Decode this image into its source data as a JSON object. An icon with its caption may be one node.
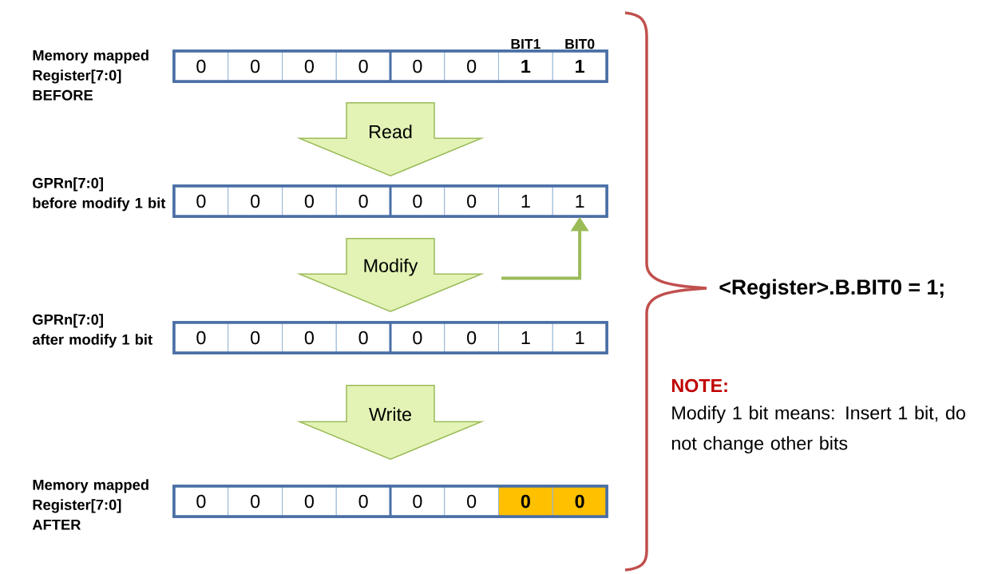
{
  "diagram": {
    "nodes": [
      {
        "text": [
          "Memory mapped Register[7:0]",
          "BEFORE"
        ]
      },
      {
        "text": [
          "0"
        ],
        "in": 0
      },
      {
        "text": [
          "0"
        ],
        "in": 0
      },
      {
        "text": [
          "0"
        ],
        "in": 0
      },
      {
        "text": [
          "0"
        ],
        "in": 0
      },
      {
        "text": [
          "0"
        ],
        "in": 0
      },
      {
        "text": [
          "0"
        ],
        "in": 0
      },
      {
        "text": [
          "1"
        ],
        "in": 0
      },
      {
        "text": [
          "1"
        ],
        "in": 0
      },
      {
        "text": [
          "GPRn[7:0]",
          "before modify 1 bit"
        ]
      },
      {
        "text": [
          "0"
        ],
        "in": 9
      },
      {
        "text": [
          "0"
        ],
        "in": 9
      },
      {
        "text": [
          "0"
        ],
        "in": 9
      },
      {
        "text": [
          "0"
        ],
        "in": 9
      },
      {
        "text": [
          "0"
        ],
        "in": 9
      },
      {
        "text": [
          "0"
        ],
        "in": 9
      },
      {
        "text": [
          "1"
        ],
        "in": 9
      },
      {
        "text": [
          "1"
        ],
        "in": 9
      },
      {
        "text": [
          "GPRn[7:0]",
          "after modify 1 bit"
        ]
      },
      {
        "text": [
          "0"
        ],
        "in": 18
      },
      {
        "text": [
          "0"
        ],
        "in": 18
      },
      {
        "text": [
          "0"
        ],
        "in": 18
      },
      {
        "text": [
          "0"
        ],
        "in": 18
      },
      {
        "text": [
          "0"
        ],
        "in": 18
      },
      {
        "text": [
          "0"
        ],
        "in": 18
      },
      {
        "text": [
          "1"
        ],
        "in": 18
      },
      {
        "text": [
          "1"
        ],
        "in": 18
      },
      {
        "text": [
          "Memory mapped Register[7:0]",
          "AFTER"
        ]
      },
      {
        "text": [
          "0"
        ],
        "in": 27
      },
      {
        "text": [
          "0"
        ],
        "in": 27
      },
      {
        "text": [
          "0"
        ],
        "in": 27
      },
      {
        "text": [
          "0"
        ],
        "in": 27
      },
      {
        "text": [
          "0"
        ],
        "in": 27
      },
      {
        "text": [
          "0"
        ],
        "in": 27
      },
      {
        "text": [
          "0"
        ],
        "in": 27
      },
      {
        "text": [
          "0"
        ],
        "in": 27
      }
    ],
    "edges": [
      {
        "from": 0,
        "to": 9,
        "arrow": "to",
        "label": "Read"
      },
      {
        "from": 9,
        "to": 18,
        "arrow": "to",
        "label": "Modify"
      },
      {
        "from": 18,
        "to": 27,
        "arrow": "to",
        "label": "Write"
      },
      {
        "from": null,
        "to": 17,
        "arrow": "to"
      }
    ],
    "labels": [
      "BIT1",
      "BIT0",
      "<Register>.B.BIT0 = 1;",
      "NOTE:",
      "Modify 1 bit means: Insert 1 bit, do not change other bits"
    ]
  }
}
